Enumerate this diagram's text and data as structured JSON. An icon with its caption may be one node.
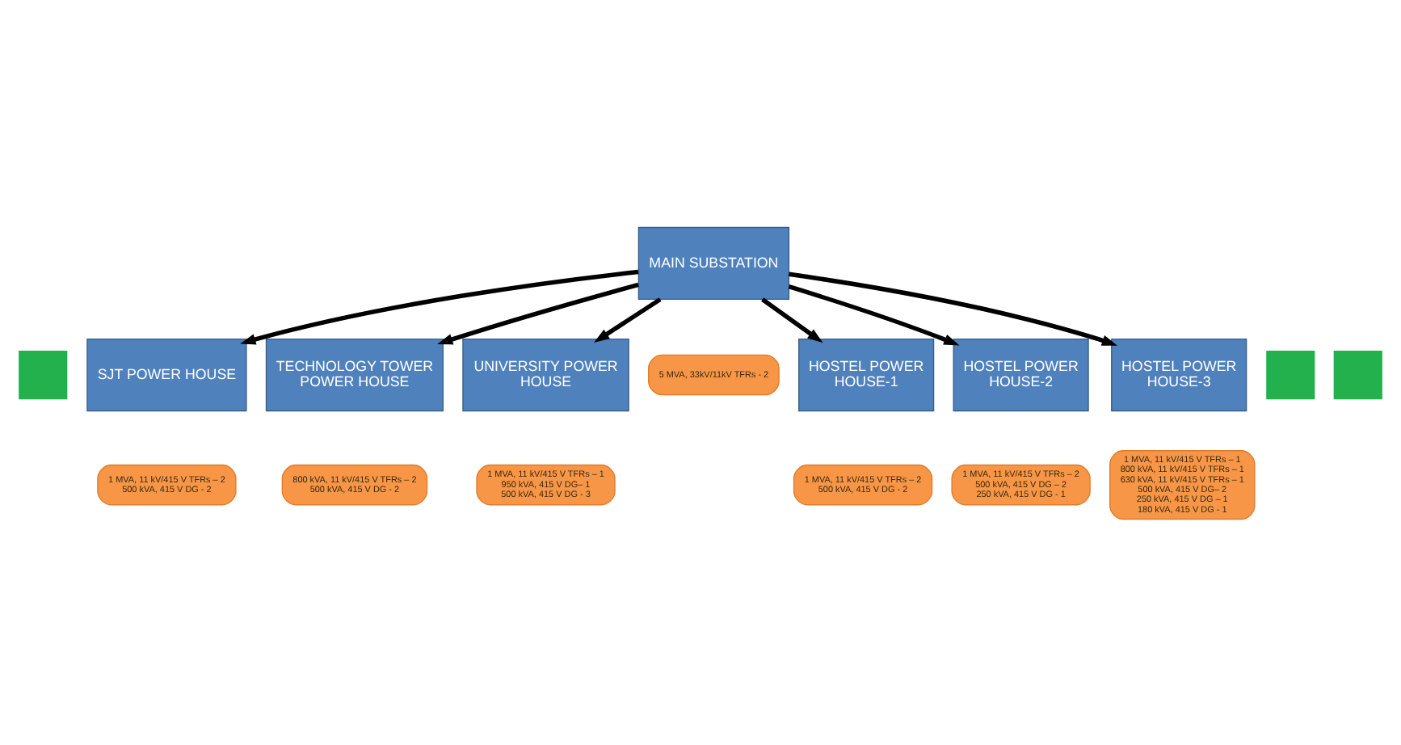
{
  "diagram": {
    "nodes": [
      {
        "text": [],
        "shape": "box"
      },
      {
        "text": [
          "1 MVA, 11 kV/415 V TFRs – 2 500 kVA, 415 V DG - 2"
        ]
      },
      {
        "text": [
          "SJT POWER HOUSE"
        ]
      },
      {
        "text": [
          "800 kVA, 11 kV/415 V TFRs – 2 500 kVA, 415 V DG - 2"
        ]
      },
      {
        "text": [
          "TECHNOLOGY TOWER POWER HOUSE"
        ]
      },
      {
        "text": [
          "1 MVA, 11 kV/415 V TFRs – 1 950 kVA, 415 V DG– 1 500 kVA, 415 V DG - 3"
        ]
      },
      {
        "text": [
          "UNIVERSITY POWER HOUSE"
        ]
      },
      {
        "text": [],
        "shape": "box"
      },
      {
        "text": [
          "MAIN SUBSTATION"
        ]
      },
      {
        "text": [
          "5 MVA, 33kV/11kV TFRs - 2"
        ]
      },
      {
        "text": [
          "HOSTEL POWER HOUSE-1"
        ]
      },
      {
        "text": [
          "HOSTEL POWER HOUSE-2"
        ]
      },
      {
        "text": [
          "HOSTEL POWER HOUSE-3"
        ]
      },
      {
        "text": [],
        "shape": "box"
      },
      {
        "text": [
          "1 MVA, 11 kV/415 V TFRs – 2 500 kVA, 415 V DG - 2"
        ]
      },
      {
        "text": [
          "1 MVA, 11 kV/415 V TFRs – 2 500 kVA, 415 V DG – 2 250 kVA, 415 V DG - 1"
        ]
      },
      {
        "text": [
          "1 MVA, 11 kV/415 V TFRs – 1 800 kVA, 11 kV/415 V TFRs – 1 630 kVA, 11 kV/415 V TFRs – 1 500 kVA, 415 V DG– 2 250 kVA, 415 V DG – 1 180 kVA, 415 V DG - 1"
        ]
      }
    ],
    "edges": [
      {
        "from": 8,
        "to": 2,
        "arrow": "to"
      },
      {
        "from": 8,
        "to": 10,
        "arrow": "to"
      },
      {
        "from": 8,
        "to": 4,
        "arrow": "to"
      },
      {
        "from": 8,
        "to": 11,
        "arrow": "to"
      },
      {
        "from": 8,
        "to": 6,
        "arrow": "to"
      },
      {
        "from": 8,
        "to": 12,
        "arrow": "to"
      }
    ]
  }
}
